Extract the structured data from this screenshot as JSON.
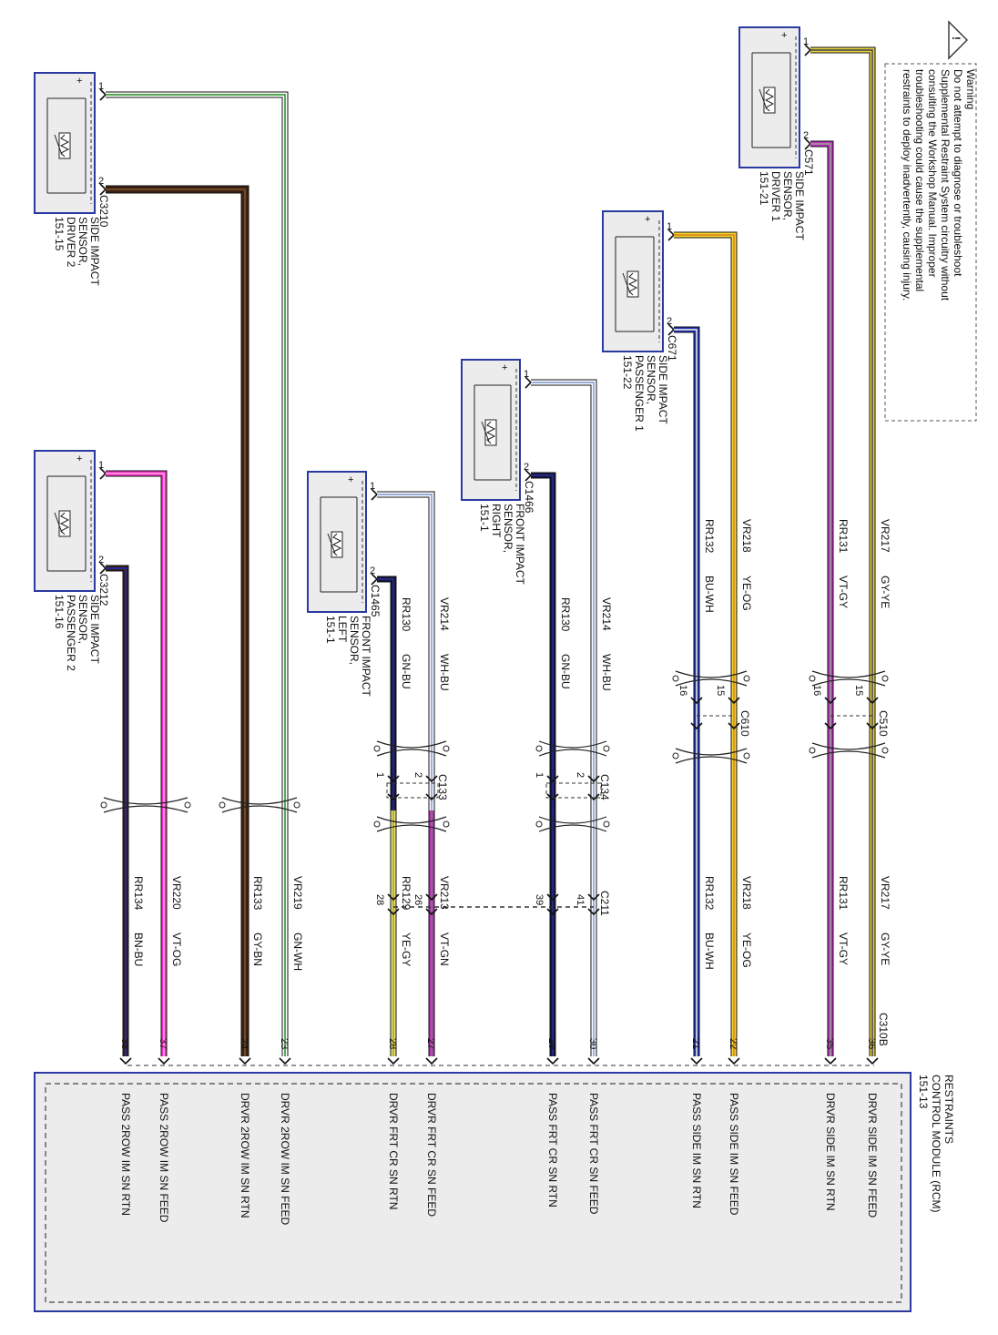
{
  "warning": {
    "title": "Warning",
    "lines": [
      "Do not attempt to diagnose or troubleshoot",
      "Supplemental Restraint System circuitry without",
      "consulting the Workshop Manual. Improper",
      "troubleshooting could cause the supplemental",
      "restraints to deploy inadvertently, causing injury."
    ]
  },
  "module": {
    "lines": [
      "RESTRAINTS",
      "CONTROL MODULE (RCM)",
      "151-13"
    ],
    "connector": "C310B"
  },
  "sensors": [
    {
      "lines": [
        "SIDE IMPACT",
        "SENSOR,",
        "DRIVER 1",
        "151-21"
      ],
      "connector": "C571"
    },
    {
      "lines": [
        "SIDE IMPACT",
        "SENSOR,",
        "PASSENGER 1",
        "151-22"
      ],
      "connector": "C671"
    },
    {
      "lines": [
        "FRONT IMPACT",
        "SENSOR,",
        "RIGHT",
        "151-1"
      ],
      "connector": "C1466"
    },
    {
      "lines": [
        "FRONT IMPACT",
        "SENSOR,",
        "LEFT",
        "151-1"
      ],
      "connector": "C1465"
    },
    {
      "lines": [
        "SIDE IMPACT",
        "SENSOR,",
        "DRIVER 2",
        "151-15"
      ],
      "connector": "C3210"
    },
    {
      "lines": [
        "SIDE IMPACT",
        "SENSOR,",
        "PASSENGER 2",
        "151-16"
      ],
      "connector": "C3212"
    }
  ],
  "inline_connectors": [
    "C510",
    "C610",
    "C134",
    "C133",
    "C211"
  ],
  "sensor_pins": [
    "1",
    "2"
  ],
  "wires": [
    {
      "circuit": "VR217",
      "color": "GY-YE",
      "circuit2": "VR217",
      "color2": "GY-YE",
      "rcm_pin": "36",
      "inline_pin": "15",
      "signal": "DRVR SIDE IM SN FEED"
    },
    {
      "circuit": "RR131",
      "color": "VT-GY",
      "circuit2": "RR131",
      "color2": "VT-GY",
      "rcm_pin": "35",
      "inline_pin": "16",
      "signal": "DRVR SIDE IM SN RTN"
    },
    {
      "circuit": "VR218",
      "color": "YE-OG",
      "circuit2": "VR218",
      "color2": "YE-OG",
      "rcm_pin": "22",
      "inline_pin": "15",
      "signal": "PASS SIDE IM SN FEED"
    },
    {
      "circuit": "RR132",
      "color": "BU-WH",
      "circuit2": "RR132",
      "color2": "BU-WH",
      "rcm_pin": "21",
      "inline_pin": "16",
      "signal": "PASS SIDE IM SN RTN"
    },
    {
      "circuit": "VR214",
      "color": "WH-BU",
      "circuit2": "",
      "color2": "",
      "rcm_pin": "30",
      "inline_pin": "2",
      "inline_pin2": "41",
      "signal": "PASS FRT CR SN FEED"
    },
    {
      "circuit": "RR130",
      "color": "GN-BU",
      "circuit2": "",
      "color2": "",
      "rcm_pin": "29",
      "inline_pin": "1",
      "inline_pin2": "39",
      "signal": "PASS FRT CR SN RTN"
    },
    {
      "circuit": "VR214",
      "color": "WH-BU",
      "circuit2": "VR213",
      "color2": "VT-GN",
      "rcm_pin": "27",
      "inline_pin": "2",
      "inline_pin2": "26",
      "signal": "DRVR FRT CR SN FEED"
    },
    {
      "circuit": "RR130",
      "color": "GN-BU",
      "circuit2": "RR129",
      "color2": "YE-GY",
      "rcm_pin": "28",
      "inline_pin": "1",
      "inline_pin2": "28",
      "signal": "DRVR FRT CR SN RTN"
    },
    {
      "circuit": "VR219",
      "color": "GN-WH",
      "circuit2": "",
      "color2": "",
      "rcm_pin": "23",
      "signal": "DRVR 2ROW IM SN FEED"
    },
    {
      "circuit": "RR133",
      "color": "GY-BN",
      "circuit2": "",
      "color2": "",
      "rcm_pin": "24",
      "signal": "DRVR 2ROW IM SN RTN"
    },
    {
      "circuit": "VR220",
      "color": "VT-OG",
      "circuit2": "",
      "color2": "",
      "rcm_pin": "37",
      "signal": "PASS 2ROW IM SN FEED"
    },
    {
      "circuit": "RR134",
      "color": "BN-BU",
      "circuit2": "",
      "color2": "",
      "rcm_pin": "38",
      "signal": "PASS 2ROW IM SN RTN"
    }
  ],
  "colors": {
    "gray_yellow": "#e8d23a",
    "violet": "#c02bc0",
    "yellow": "#f1d72a",
    "blue": "#1c2fb8",
    "white_blue": "#8aa0dc",
    "dark_navy": "#141440",
    "green": "#3a9a3a",
    "brown": "#3b1d12",
    "magenta": "#f02fc8",
    "module_fill": "#ececec",
    "frame": "#2a3aa0"
  }
}
